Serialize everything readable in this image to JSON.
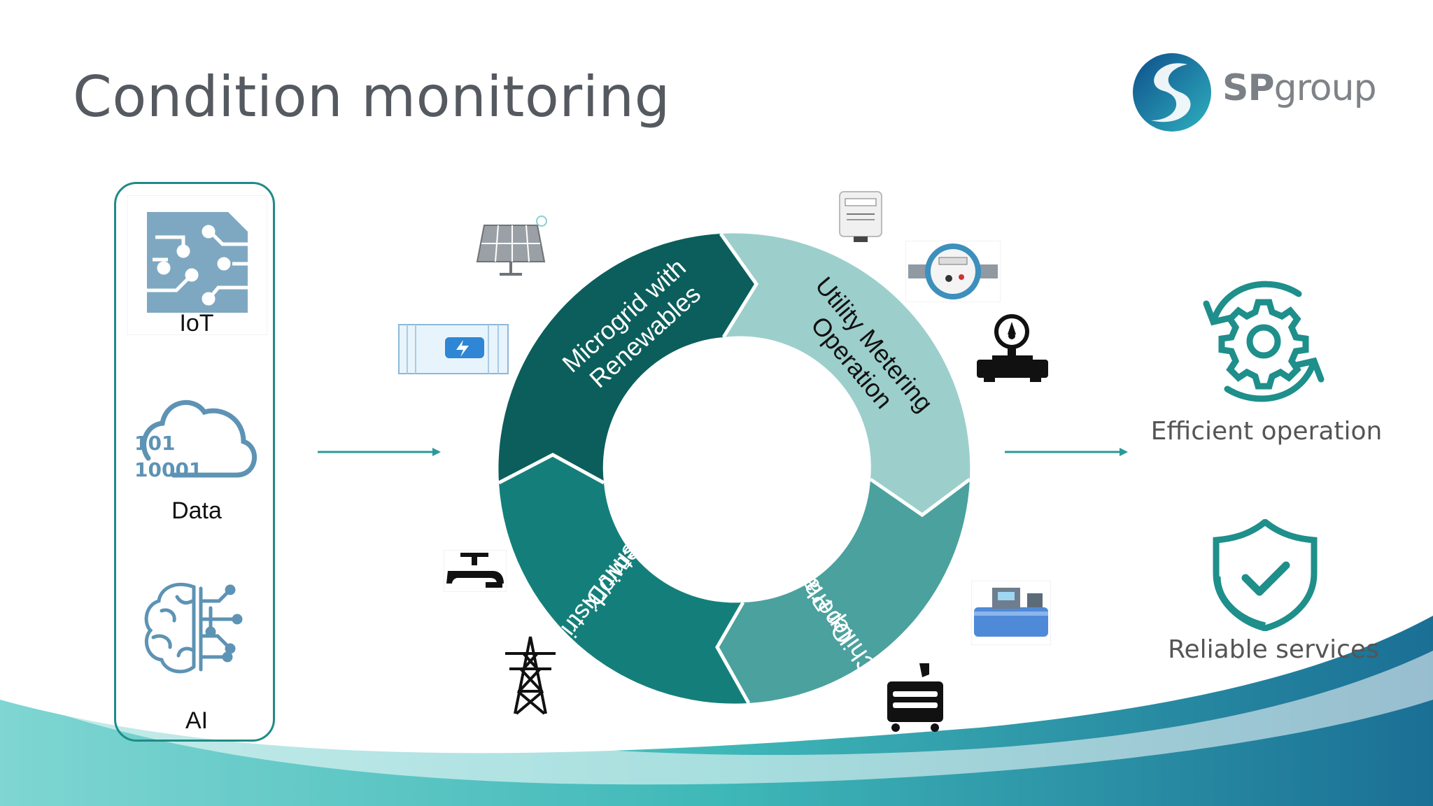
{
  "title": "Condition monitoring",
  "logo": {
    "brand_bold": "SP",
    "brand_light": "group"
  },
  "inputs": [
    {
      "label": "IoT",
      "icon": "iot-chip-icon"
    },
    {
      "label": "Data",
      "icon": "data-cloud-icon",
      "icon_text_1": "101",
      "icon_text_2": "10001"
    },
    {
      "label": "AI",
      "icon": "ai-brain-icon"
    }
  ],
  "cycle": {
    "segments": [
      {
        "label_line1": "Microgrid with",
        "label_line2": "Renewables",
        "color": "#0b5e5b"
      },
      {
        "label_line1": "Utility Metering",
        "label_line2": "Operation",
        "color": "#9ccfcc"
      },
      {
        "label_line1": "Chiller Plant",
        "label_line2": "Operation",
        "color": "#4aa19d"
      },
      {
        "label_line1": "Transmit/Distribute",
        "label_line2": "Network",
        "color": "#147f7a"
      }
    ]
  },
  "outcomes": [
    {
      "label": "Efficient operation",
      "icon": "gear-cycle-icon"
    },
    {
      "label": "Reliable services",
      "icon": "shield-check-icon"
    }
  ],
  "colors": {
    "accent": "#1f8b87",
    "title": "#555a60"
  }
}
